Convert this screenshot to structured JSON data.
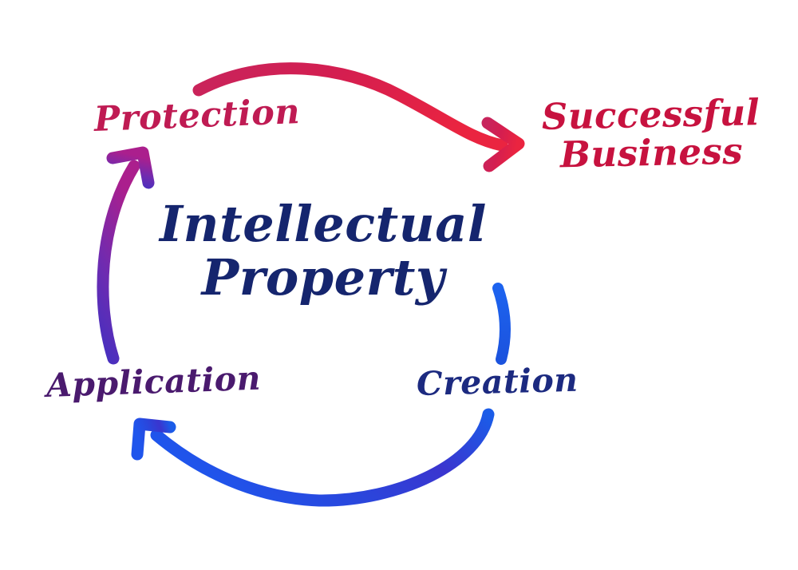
{
  "diagram": {
    "type": "cycle-diagram",
    "title": "Intellectual Property",
    "background_color": "#ffffff",
    "center": {
      "line1": "Intellectual",
      "line2": "Property",
      "color": "#15256e"
    },
    "nodes": [
      {
        "id": "protection",
        "label": "Protection",
        "color": "#bf1b53",
        "position": "top-left"
      },
      {
        "id": "successful-business",
        "label_line1": "Successful",
        "label_line2": "Business",
        "color": "#c7123f",
        "position": "top-right"
      },
      {
        "id": "creation",
        "label": "Creation",
        "color": "#1c2a80",
        "position": "bottom-right"
      },
      {
        "id": "application",
        "label": "Application",
        "color": "#4a1a6e",
        "position": "bottom-left"
      }
    ],
    "connectors": [
      {
        "id": "protection-to-business",
        "from": "protection",
        "to": "successful-business",
        "shape": "s-curve",
        "arrowhead": "chevron",
        "gradient_start": "#c8245c",
        "gradient_end": "#e8233f"
      },
      {
        "id": "application-to-protection",
        "from": "application",
        "to": "protection",
        "shape": "arc-left",
        "arrowhead": "chevron",
        "gradient_start": "#4530c0",
        "gradient_end": "#a9208e"
      },
      {
        "id": "creation-to-application",
        "from": "creation",
        "to": "application",
        "shape": "arc-bottom",
        "arrowhead": "chevron",
        "gradient_start": "#1b5ce8",
        "gradient_end": "#2f3ad6"
      },
      {
        "id": "creation-inflow",
        "from": "center",
        "to": "creation",
        "shape": "arc-right-segment",
        "arrowhead": "none",
        "gradient_start": "#1d63ef",
        "gradient_end": "#1b55e0"
      }
    ]
  }
}
